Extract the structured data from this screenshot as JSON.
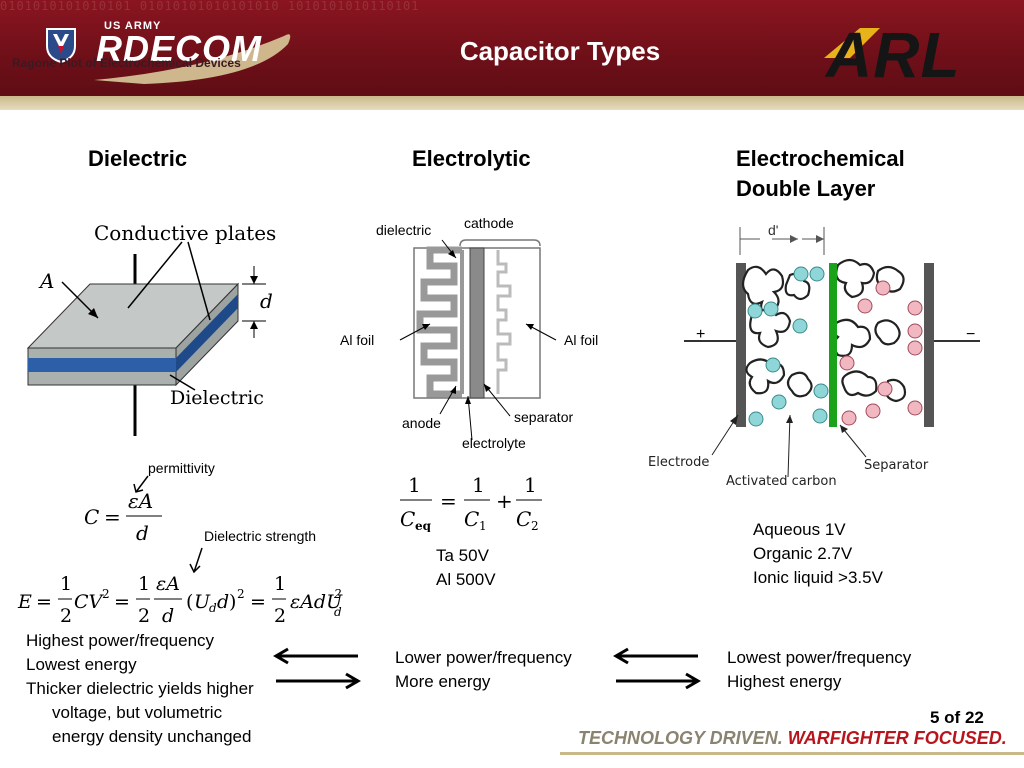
{
  "header": {
    "title": "Capacitor Types",
    "overlay_text": "Ragone Plot of Electrochemical Devices",
    "left_logo": {
      "top_text": "US ARMY",
      "name": "RDECOM"
    },
    "right_logo": {
      "name": "ARL"
    },
    "binary_pattern": "0101010101010101 01010101010101010 1010101010110101"
  },
  "columns": {
    "dielectric": {
      "heading": "Dielectric",
      "diagram_labels": {
        "conductive_plates": "Conductive plates",
        "area": "A",
        "distance": "d",
        "dielectric": "Dielectric"
      },
      "permittivity_label": "permittivity",
      "strength_label": "Dielectric strength",
      "points": [
        "Highest power/frequency",
        "Lowest energy",
        "Thicker dielectric yields higher",
        "voltage, but volumetric",
        "energy density unchanged"
      ]
    },
    "electrolytic": {
      "heading": "Electrolytic",
      "diagram_labels": {
        "dielectric": "dielectric",
        "cathode": "cathode",
        "al_foil_left": "Al foil",
        "al_foil_right": "Al foil",
        "anode": "anode",
        "separator": "separator",
        "electrolyte": "electrolyte"
      },
      "voltages": [
        "Ta 50V",
        "Al 500V"
      ],
      "points": [
        "Lower power/frequency",
        "More energy"
      ]
    },
    "edlc": {
      "heading_line1": "Electrochemical",
      "heading_line2": "Double Layer",
      "diagram_labels": {
        "d_prime": "d'",
        "plus": "+",
        "minus": "−",
        "electrode": "Electrode",
        "activated_carbon": "Activated carbon",
        "separator": "Separator"
      },
      "voltages": [
        "Aqueous 1V",
        "Organic 2.7V",
        "Ionic liquid >3.5V"
      ],
      "points": [
        "Lowest power/frequency",
        "Highest energy"
      ]
    }
  },
  "footer": {
    "page": "5 of 22",
    "tagline_part1": "TECHNOLOGY DRIVEN.",
    "tagline_part2": "WARFIGHTER FOCUSED."
  },
  "colors": {
    "header": "#7a1019",
    "plate": "#b8bdbc",
    "dielectric_blue": "#2d5fa8",
    "separator_green": "#1aa31a",
    "tag_red": "#b8141c"
  }
}
